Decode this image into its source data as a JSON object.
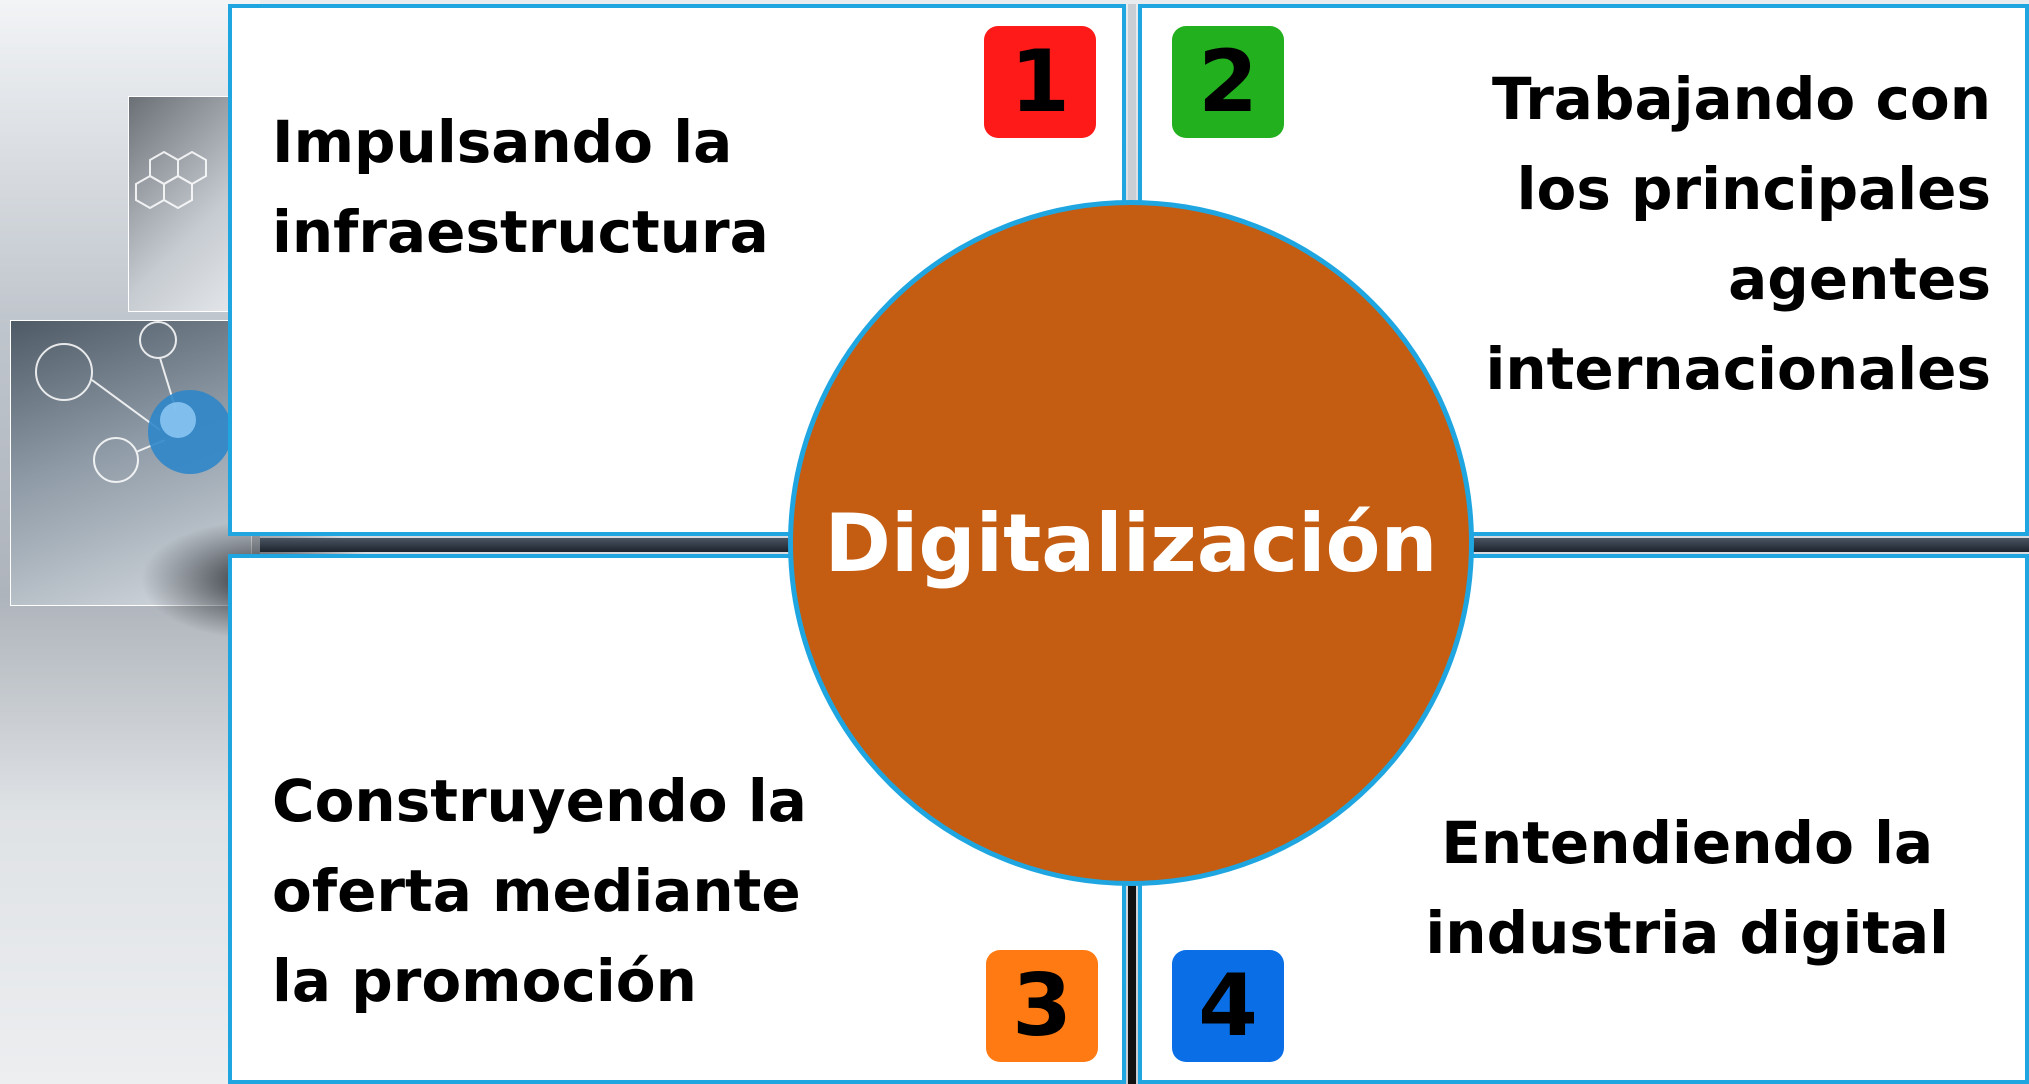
{
  "center": {
    "label": "Digitalización",
    "color": "#c45c12",
    "border": "#1fa6e0"
  },
  "quadrants": [
    {
      "number": "1",
      "badge_color": "#ff1a1a",
      "lines": [
        "Impulsando la",
        "infraestructura"
      ]
    },
    {
      "number": "2",
      "badge_color": "#22b01e",
      "lines": [
        "Trabajando con",
        "los principales",
        "agentes",
        "internacionales"
      ]
    },
    {
      "number": "3",
      "badge_color": "#ff7a12",
      "lines": [
        "Construyendo la",
        "oferta mediante",
        "la promoción"
      ]
    },
    {
      "number": "4",
      "badge_color": "#0a6fe6",
      "lines": [
        "Entendiendo la",
        "industria digital"
      ]
    }
  ]
}
